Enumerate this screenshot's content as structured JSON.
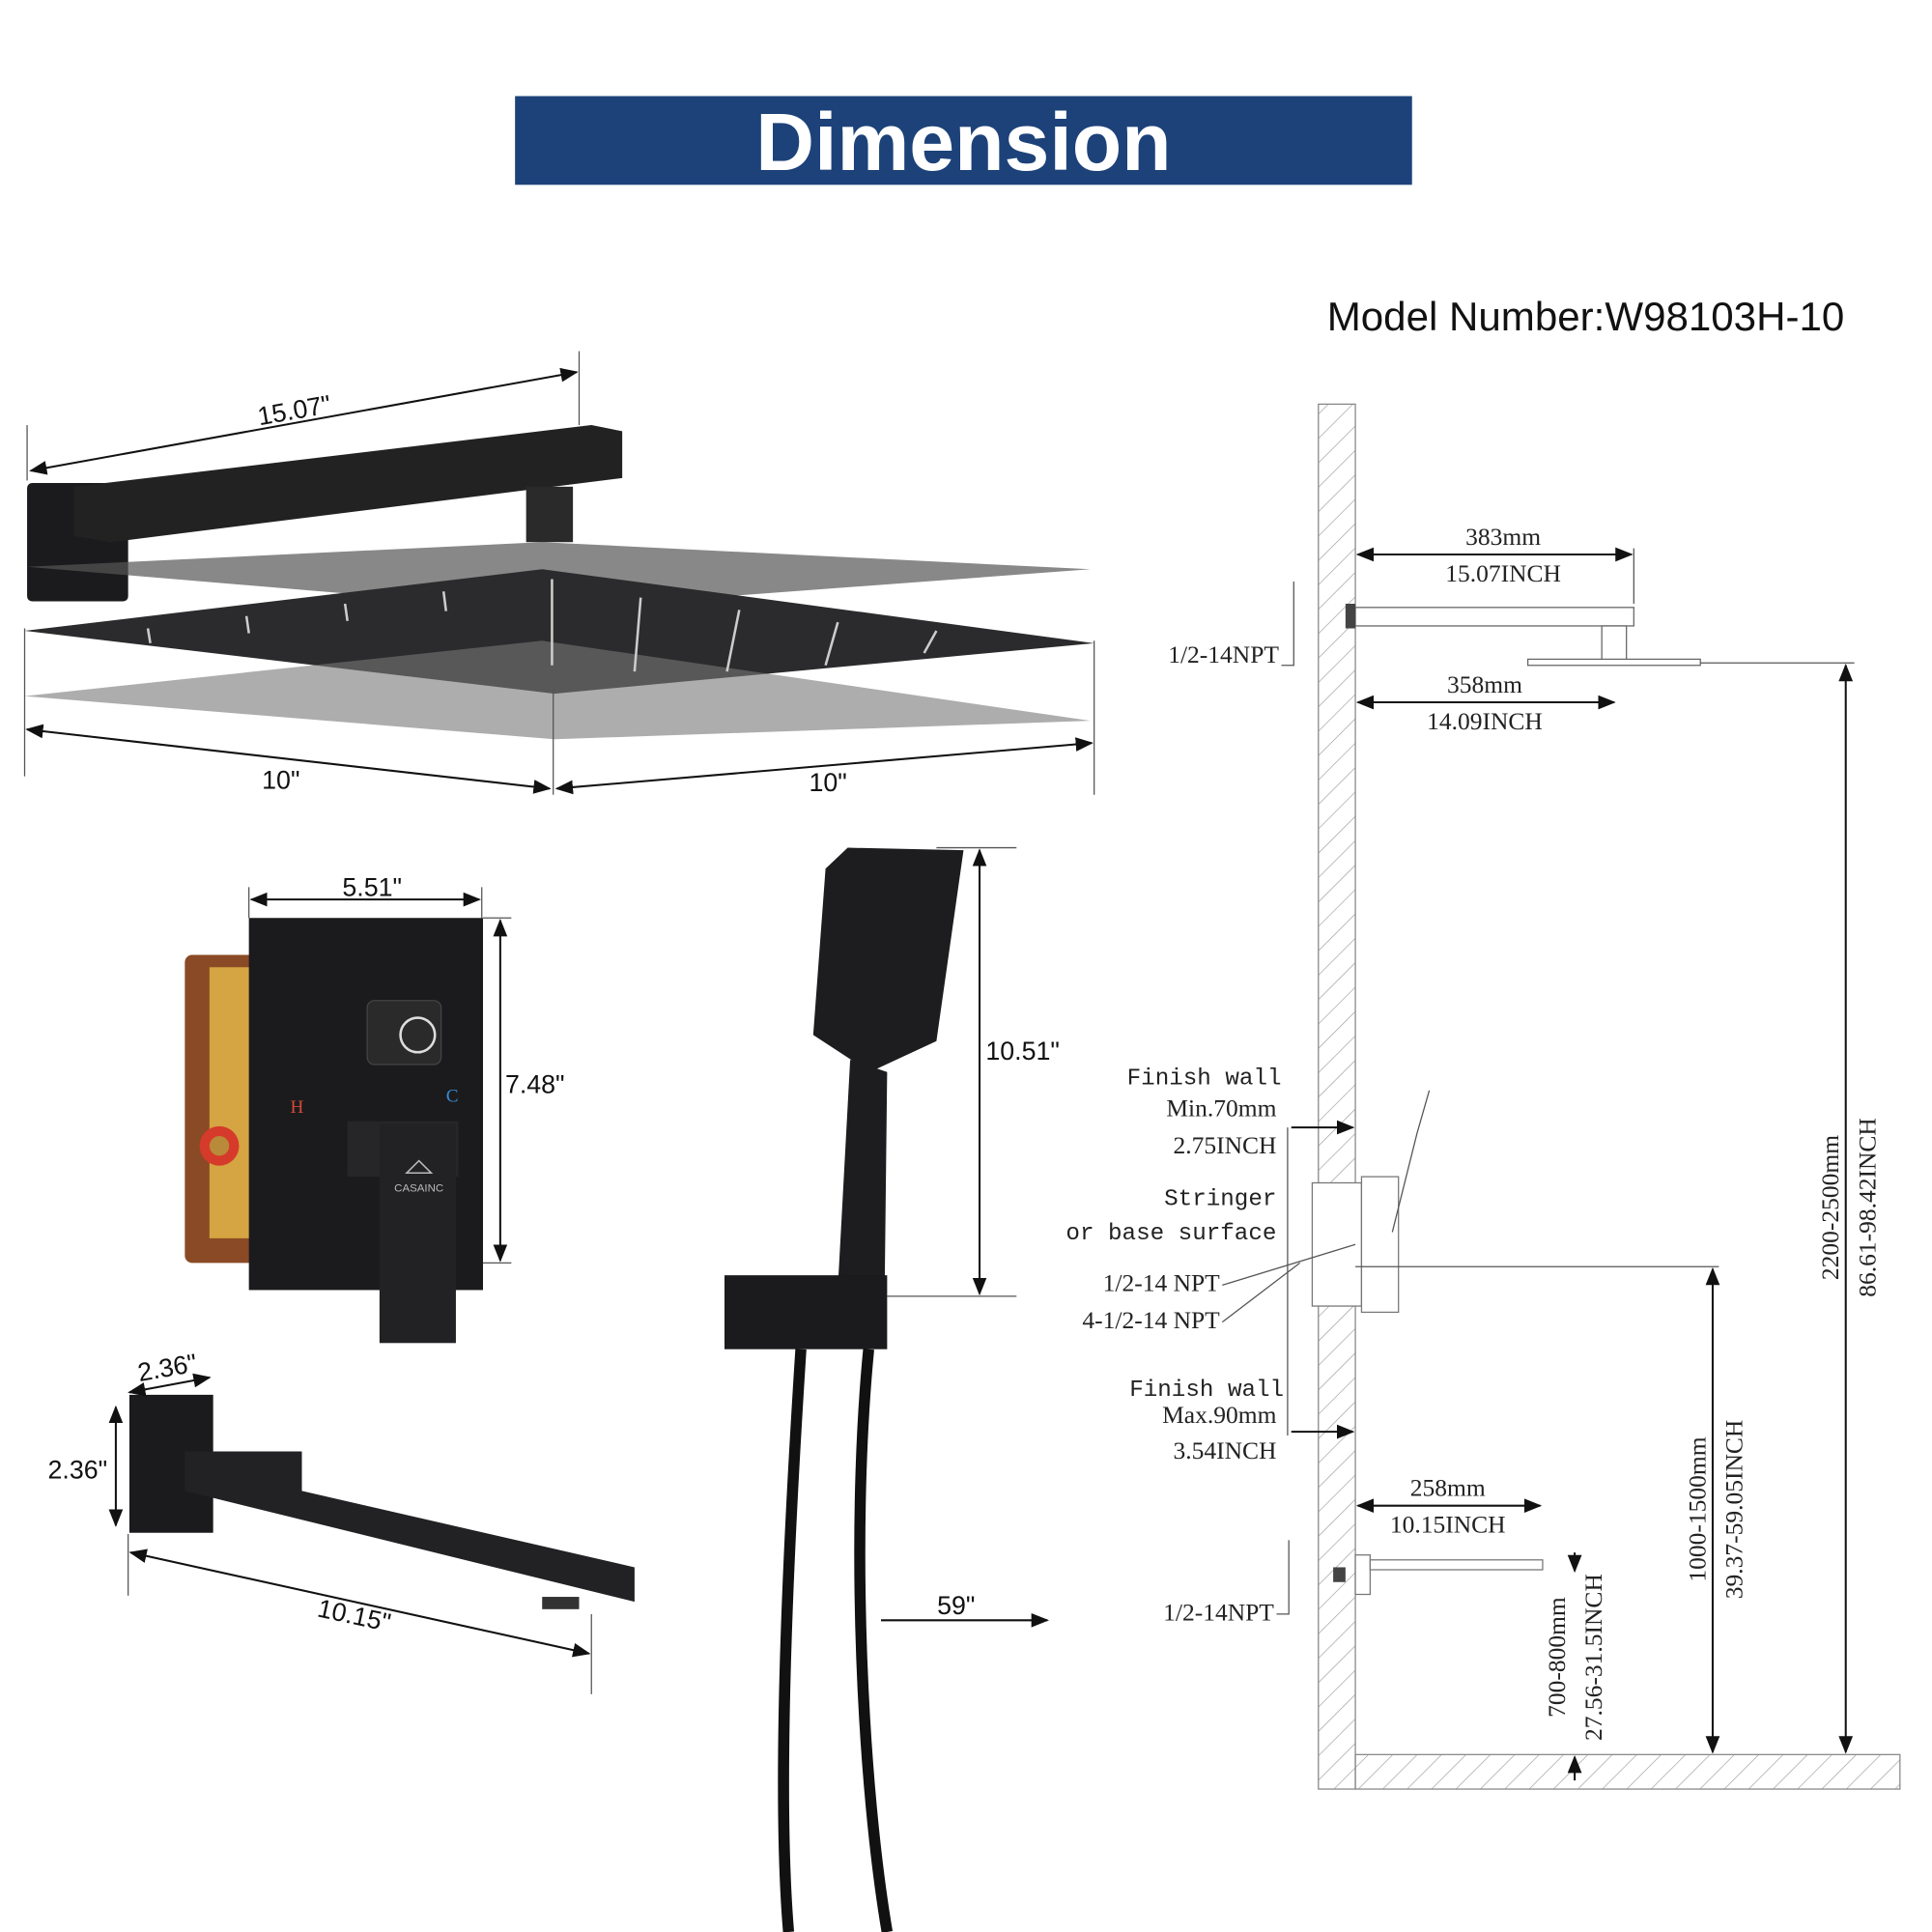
{
  "header": {
    "title": "Dimension",
    "banner_color": "#1c4279"
  },
  "model_number": "Model Number:W98103H-10",
  "rain_shower": {
    "arm_length": "15.07\"",
    "half_width_left": "10\"",
    "half_width_right": "10\""
  },
  "valve": {
    "width": "5.51\"",
    "height": "7.48\"",
    "hot_label": "H",
    "cold_label": "C",
    "brand": "CASAINC"
  },
  "spout": {
    "top_size": "2.36\"",
    "side_size": "2.36\"",
    "length": "10.15\""
  },
  "handheld": {
    "length": "10.51\"",
    "hose_length": "59\""
  },
  "installation": {
    "arm_mm": "383mm",
    "arm_inch": "15.07INCH",
    "head_mm": "358mm",
    "head_inch": "14.09INCH",
    "top_npt": "1/2-14NPT",
    "finish_min_1": "Finish wall",
    "finish_min_2": "Min.70mm",
    "finish_min_3": "2.75INCH",
    "stringer_1": "Stringer",
    "stringer_2": "or base surface",
    "npt_1": "1/2-14 NPT",
    "npt_2": "4-1/2-14 NPT",
    "finish_max_1": "Finish wall",
    "finish_max_2": "Max.90mm",
    "finish_max_3": "3.54INCH",
    "spout_mm": "258mm",
    "spout_inch": "10.15INCH",
    "bottom_npt": "1/2-14NPT",
    "spout_height_mm": "700-800mm",
    "spout_height_inch": "27.56-31.5INCH",
    "valve_height_mm": "1000-1500mm",
    "valve_height_inch": "39.37-59.05INCH",
    "head_height_mm": "2200-2500mm",
    "head_height_inch": "86.61-98.42INCH"
  }
}
